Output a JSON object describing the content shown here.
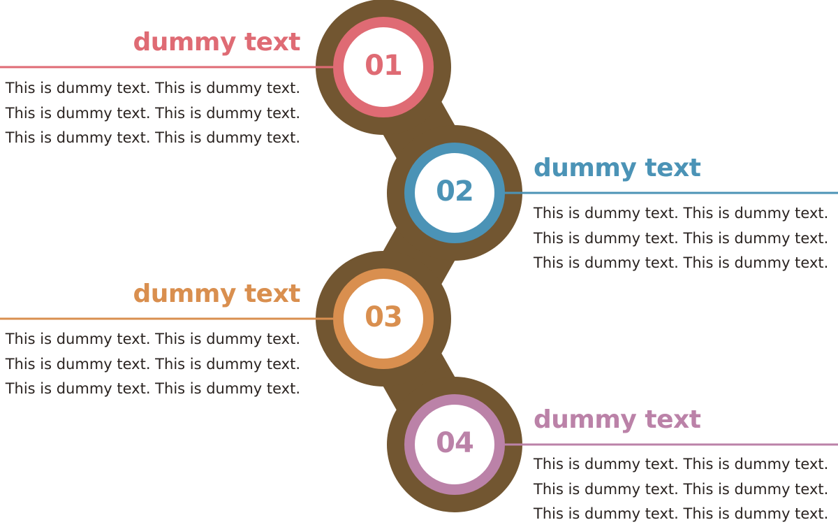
{
  "colors": {
    "brown": "#725631",
    "step1": "#df6b74",
    "step2": "#4b93b6",
    "step3": "#d98f4f",
    "step4": "#bb82a8"
  },
  "steps": [
    {
      "number": "01",
      "title": "dummy text",
      "lines": [
        "This is dummy text. This is dummy text.",
        "This is dummy text. This is dummy text.",
        "This is dummy text. This is dummy text."
      ]
    },
    {
      "number": "02",
      "title": "dummy text",
      "lines": [
        "This is dummy text. This is dummy text.",
        "This is dummy text. This is dummy text.",
        "This is dummy text. This is dummy text."
      ]
    },
    {
      "number": "03",
      "title": "dummy text",
      "lines": [
        "This is dummy text. This is dummy text.",
        "This is dummy text. This is dummy text.",
        "This is dummy text. This is dummy text."
      ]
    },
    {
      "number": "04",
      "title": "dummy text",
      "lines": [
        "This is dummy text. This is dummy text.",
        "This is dummy text. This is dummy text.",
        "This is dummy text. This is dummy text."
      ]
    }
  ]
}
